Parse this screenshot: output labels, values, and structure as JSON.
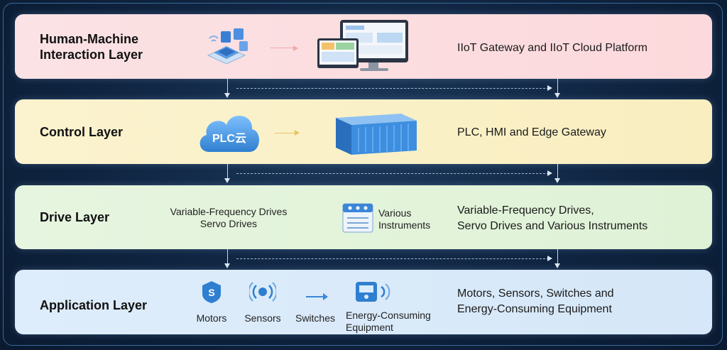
{
  "layers": [
    {
      "title_line1": "Human-Machine",
      "title_line2": "Interaction Layer",
      "summary": "IIoT Gateway and IIoT Cloud Platform",
      "icons": [
        "isometric-devices-icon",
        "computer-monitors-icon"
      ]
    },
    {
      "title": "Control Layer",
      "summary": "PLC, HMI and Edge Gateway",
      "cloud_label": "PLC云",
      "icons": [
        "plc-cloud-icon",
        "edge-gateway-cabinet-icon"
      ]
    },
    {
      "title": "Drive Layer",
      "drives_line1": "Variable-Frequency Drives",
      "drives_line2": "Servo Drives",
      "instruments_line1": "Various",
      "instruments_line2": "Instruments",
      "summary_line1": "Variable-Frequency Drives,",
      "summary_line2": "Servo Drives and Various Instruments",
      "icons": [
        "instrument-panel-icon"
      ]
    },
    {
      "title": "Application Layer",
      "items": [
        "Motors",
        "Sensors",
        "Switches"
      ],
      "equipment_line1": "Energy-Consuming",
      "equipment_line2": "Equipment",
      "summary_line1": "Motors, Sensors, Switches and",
      "summary_line2": "Energy-Consuming Equipment",
      "icons": [
        "motor-icon",
        "sensor-icon",
        "switch-arrow-icon",
        "energy-meter-icon"
      ]
    }
  ],
  "colors": {
    "background": "#0f2440",
    "hmi": "#fbe2e4",
    "control": "#fbf3cf",
    "drive": "#e6f5df",
    "application": "#deedfb",
    "accent_blue": "#2f7fd0"
  }
}
